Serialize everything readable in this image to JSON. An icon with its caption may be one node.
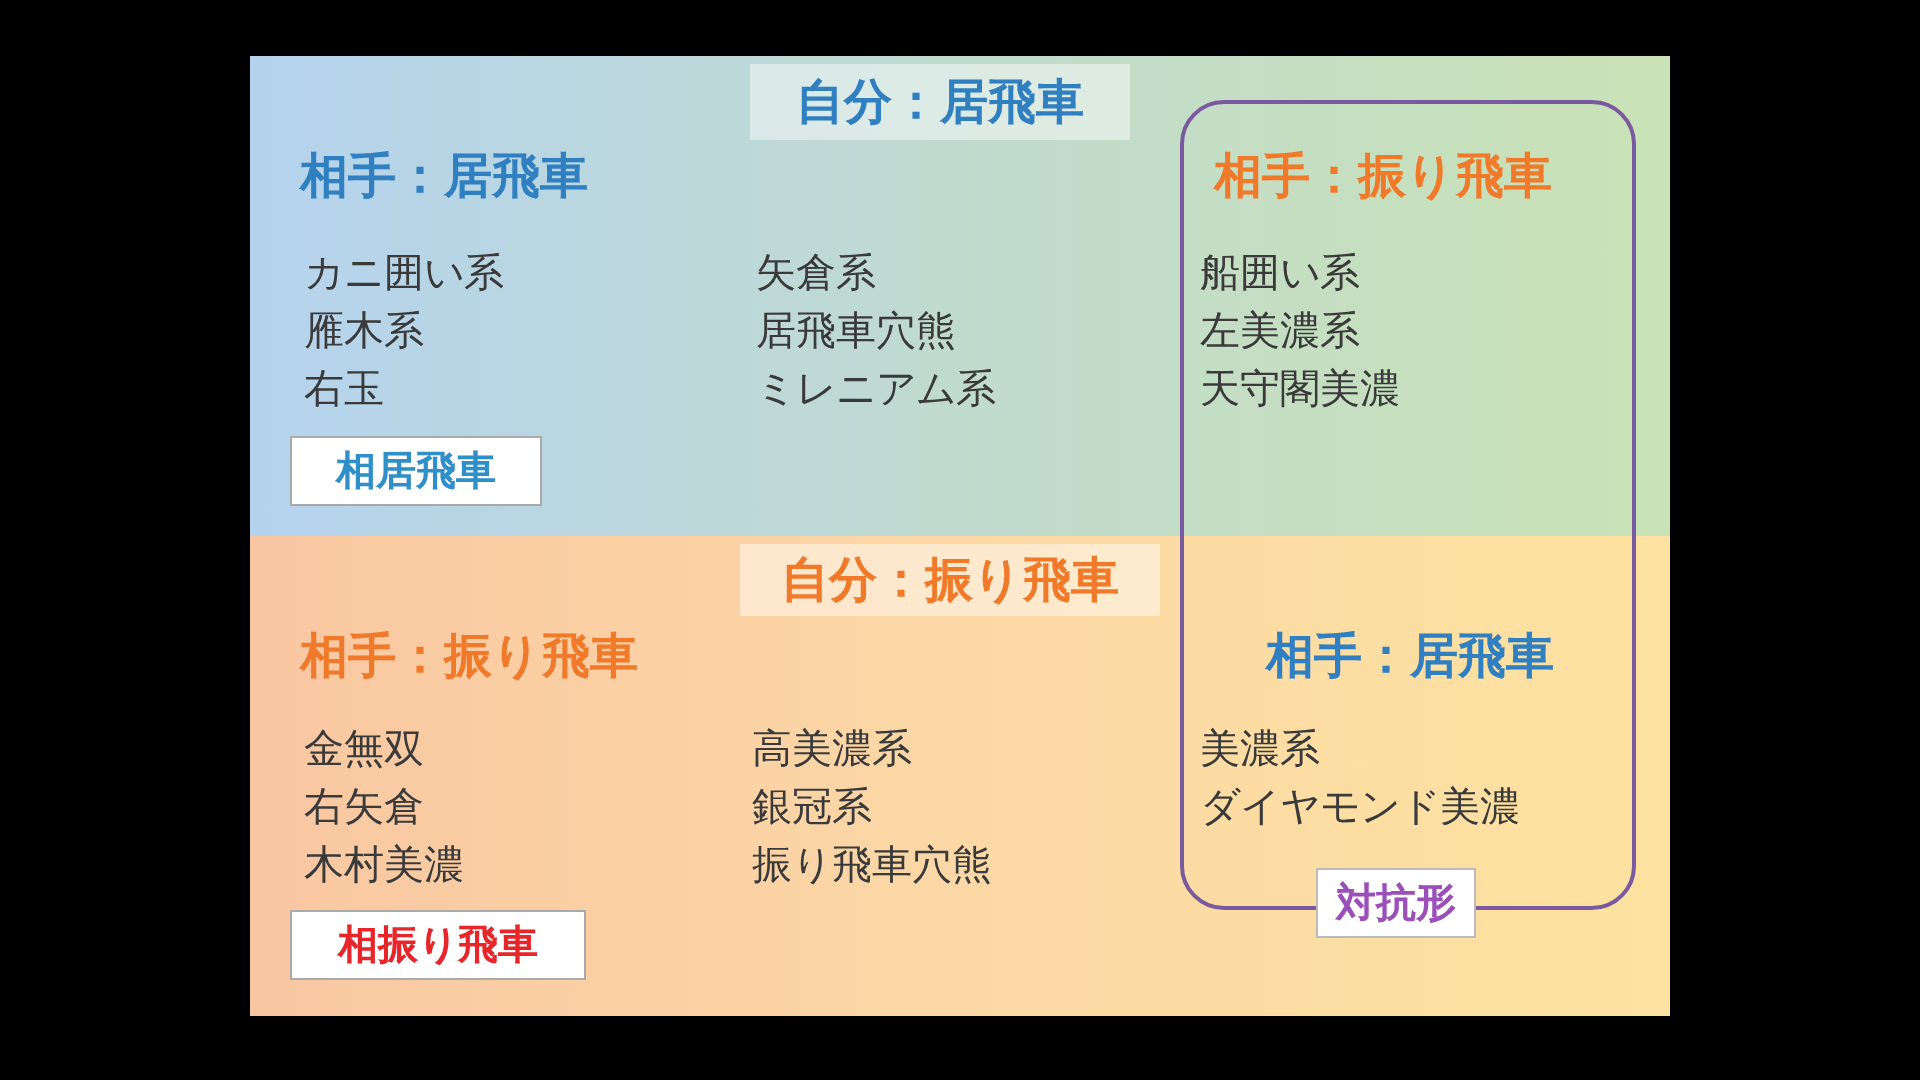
{
  "diagram": {
    "nodes": [
      {
        "text": [
          "自分：居飛車"
        ]
      },
      {
        "text": [
          "自分：振り飛車"
        ]
      },
      {
        "text": [
          "対抗形"
        ]
      },
      {
        "text": [
          "相居飛車"
        ],
        "in": 0
      },
      {
        "text": [
          "相振り飛車"
        ],
        "in": 1
      }
    ],
    "labels": [
      "相手：居飛車",
      "相手：振り飛車",
      "カニ囲い系",
      "矢倉系",
      "船囲い系",
      "雁木系",
      "居飛車穴熊",
      "左美濃系",
      "右玉",
      "ミレニアム系",
      "天守閣美濃",
      "相手：振り飛車",
      "相手：居飛車",
      "金無双",
      "高美濃系",
      "美濃系",
      "右矢倉",
      "銀冠系",
      "ダイヤモンド美濃",
      "木村美濃",
      "振り飛車穴熊"
    ]
  }
}
